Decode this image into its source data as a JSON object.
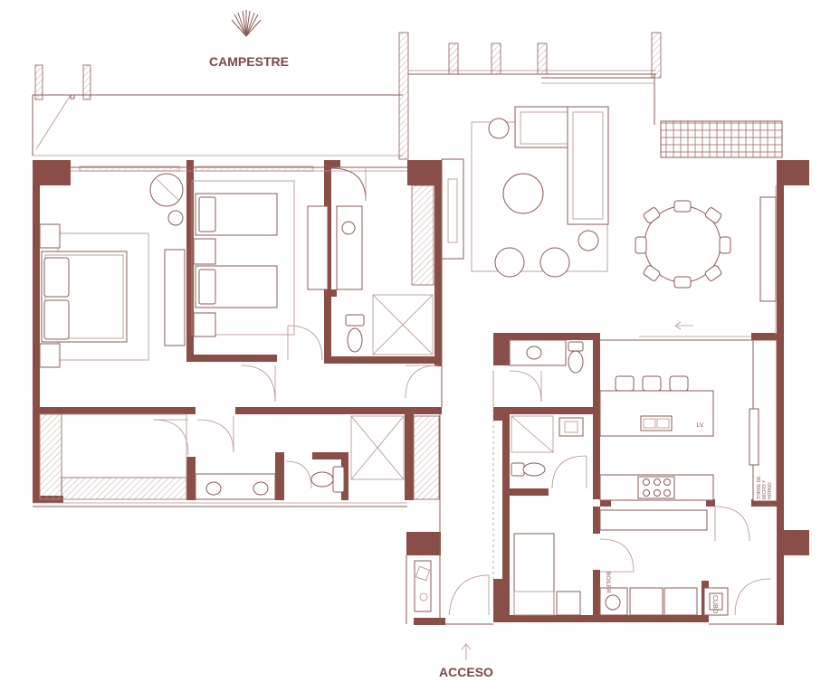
{
  "labels": {
    "north": "CAMPESTRE",
    "entrance": "ACCESO",
    "laundry": "LV.",
    "boiler": "BOILER",
    "duct": "CUBO",
    "tower_line1": "TORRE DE",
    "tower_line2": "MICRO Y",
    "tower_line3": "HORNO"
  },
  "icons": [
    "palm-icon",
    "entrance-arrow-icon"
  ],
  "colors": {
    "wall": "#8a4e48",
    "line": "#8a5c57",
    "text": "#7a4a45"
  }
}
